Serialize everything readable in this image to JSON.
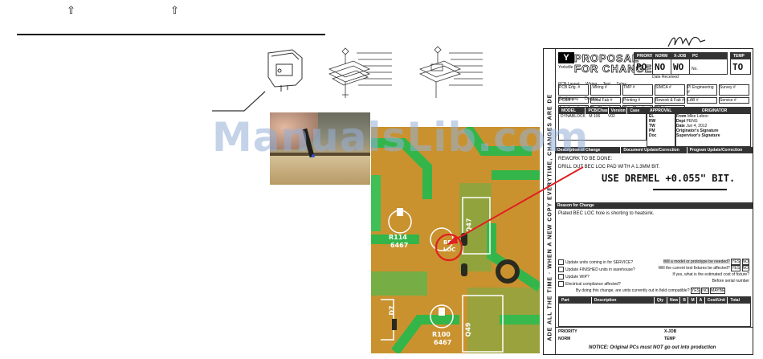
{
  "nav": {
    "arrow_left": "⇧",
    "arrow_right": "⇧"
  },
  "watermark": {
    "text": "ManualsLib.com"
  },
  "pcb": {
    "labels": {
      "r114": "R114",
      "r114_val": "6467",
      "r100": "R100",
      "r100_val": "6467",
      "d7": "D7",
      "q47": "Q47",
      "q49": "Q49",
      "bec": "BEC",
      "loc": "LOC"
    }
  },
  "form": {
    "vertical_text": "ADE ALL THE TIME  ·  WHEN A NEW COPY EVERYTIME, CHANGES ARE DE",
    "brand": "Yorkville",
    "title_line1": "PROPOSAL",
    "title_line2": "FOR CHANGE",
    "priority_label": "PRIORITY",
    "norm_label": "NORM",
    "xjob_label": "X-JOB",
    "pc_label": "PC",
    "temp_label": "TEMP",
    "priority_hand": "PO",
    "norm_hand": "NO",
    "xjob_hand": "WO",
    "temp_hand": "TO",
    "pc_no": "No.",
    "date_received": "Date Received",
    "top_row_items": [
      "PCB Layout",
      "Wiring",
      "Test",
      "Sales",
      "Purchasing",
      "Costing"
    ],
    "grid_items": [
      "PCB Eng. #",
      ".Wiring #",
      "TMP #",
      "SIMCA #",
      "Pl Engineering #",
      "Survey #",
      "PCBM #",
      "Metal Fab #",
      "Printing #",
      "Rework & Fab #",
      "LAB #",
      "Service #",
      "Auto Insertion #",
      "Pic Shop #",
      "Chip Shooting #",
      "QC #"
    ],
    "model_header": "MODEL",
    "pcb_header": "PCB/Chas",
    "version_header": "Version",
    "case_header": "Case",
    "approval_header": "APPROVAL",
    "originator_header": "ORIGINATOR",
    "model_value": "DYNABLOCK",
    "pcb_value": "M 106",
    "version_value": "V02",
    "approval_rows": [
      "EL",
      "RW",
      "TW",
      "PM",
      "Doc"
    ],
    "from_label": "From",
    "from_value": "Mike Lebon",
    "dept_label": "Dept",
    "dept_value": "PENG",
    "date_label": "Date",
    "date_value": "Jun 4, 2012",
    "engineering_sig": "Originator's Signature",
    "supervisor_sig": "Supervisor's Signature",
    "description_header": "Description of Change",
    "document_header": "Document Update/Correction",
    "program_header": "Program Update/Correction",
    "rework_label": "REWORK TO BE DONE:",
    "rework_text": "DRILL OUT BEC LOC PAD WITH A 1.3MM BIT.",
    "handwritten_note": "USE DREMEL +0.055\" BIT.",
    "reason_header": "Reason for Change",
    "reason_text": "Plated BEC LOC hole is shorting to heatsink.",
    "checklist": [
      "Update units coming in for SERVICE?",
      "Update FINISHED units in warehouse?",
      "Update WIP?",
      "Electrical compliance affected?"
    ],
    "right_q1": "Will a model or prototype be needed?",
    "right_q2": "Will the current test fixtures be affected?",
    "right_q3": "If yes, what is the estimated cost of fixture?",
    "right_q4": "Before serial number",
    "yes": "YES",
    "no": "NO",
    "field_compat": "By doing this change, are units currently out in field compatible?",
    "maybe": "MAYBE",
    "parts_headers": [
      "Part",
      "Description",
      "Qty",
      "New",
      "B",
      "M",
      "A",
      "Cost/Unit",
      "Total"
    ],
    "footer_priority": "PRIORITY",
    "footer_norm": "NORM",
    "footer_xjob": "X-JOB",
    "footer_temp": "TEMP",
    "notice": "NOTICE: Original PCs must NOT go out into production"
  }
}
